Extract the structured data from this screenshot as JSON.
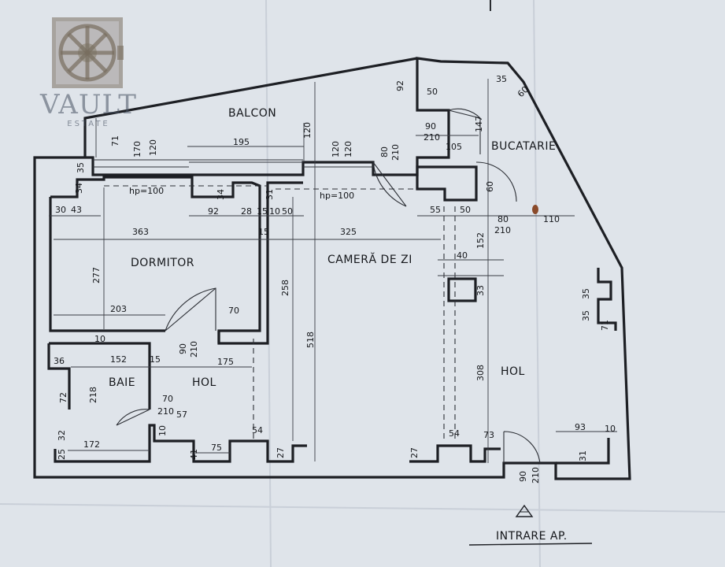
{
  "logo": {
    "name": "VAULT",
    "tagline": "ESTATE"
  },
  "rooms": {
    "balcon": "BALCON",
    "bucatarie": "BUCATARIE",
    "dormitor": "DORMITOR",
    "camera_de_zi": "CAMERĂ DE ZI",
    "baie": "BAIE",
    "hol_left": "HOL",
    "hol_right": "HOL",
    "intrare": "INTRARE AP."
  },
  "annotations": {
    "hp_left": "hp=100",
    "hp_right": "hp=100"
  },
  "dimensions": {
    "balcon_92": "92",
    "balcon_71": "71",
    "balcon_170": "170",
    "balcon_120a": "120",
    "balcon_195": "195",
    "balcon_120b": "120",
    "balcon_120c": "120",
    "balcon_120d": "120",
    "balcon_80": "80",
    "balcon_210": "210",
    "kitchen_50": "50",
    "kitchen_35": "35",
    "kitchen_60": "60",
    "kitchen_90": "90",
    "kitchen_210": "210",
    "kitchen_105": "105",
    "kitchen_147": "147",
    "kitchen_60b": "60",
    "kitchen_55": "55",
    "kitchen_50b": "50",
    "kitchen_80": "80",
    "kitchen_210b": "210",
    "kitchen_110": "110",
    "bed_35": "35",
    "bed_34a": "34",
    "bed_34b": "34",
    "bed_31": "31",
    "bed_30": "30",
    "bed_43": "43",
    "bed_92": "92",
    "bed_28": "28",
    "bed_15a": "15",
    "bed_10": "10",
    "bed_50": "50",
    "bed_363": "363",
    "bed_15b": "15",
    "bed_325": "325",
    "bed_277": "277",
    "bed_203": "203",
    "bed_70": "70",
    "bed_258": "258",
    "bed_518": "518",
    "bed_40": "40",
    "bed_152": "152",
    "bed_33": "33",
    "hall_35a": "35",
    "hall_35b": "35",
    "hall_71": "71",
    "hall_308": "308",
    "bath_10": "10",
    "bath_36": "36",
    "bath_152": "152",
    "bath_15": "15",
    "bath_175": "175",
    "bath_90": "90",
    "bath_210": "210",
    "bath_218": "218",
    "bath_72": "72",
    "bath_32": "32",
    "bath_70": "70",
    "bath_210b": "210",
    "bath_57": "57",
    "bath_10b": "10",
    "bath_172": "172",
    "bath_25": "25",
    "bath_41": "41",
    "bath_75": "75",
    "bath_54": "54",
    "bath_27a": "27",
    "bath_27b": "27",
    "bath_54b": "54",
    "bath_73": "73",
    "ent_93": "93",
    "ent_10": "10",
    "ent_31": "31",
    "ent_90": "90",
    "ent_210": "210"
  }
}
